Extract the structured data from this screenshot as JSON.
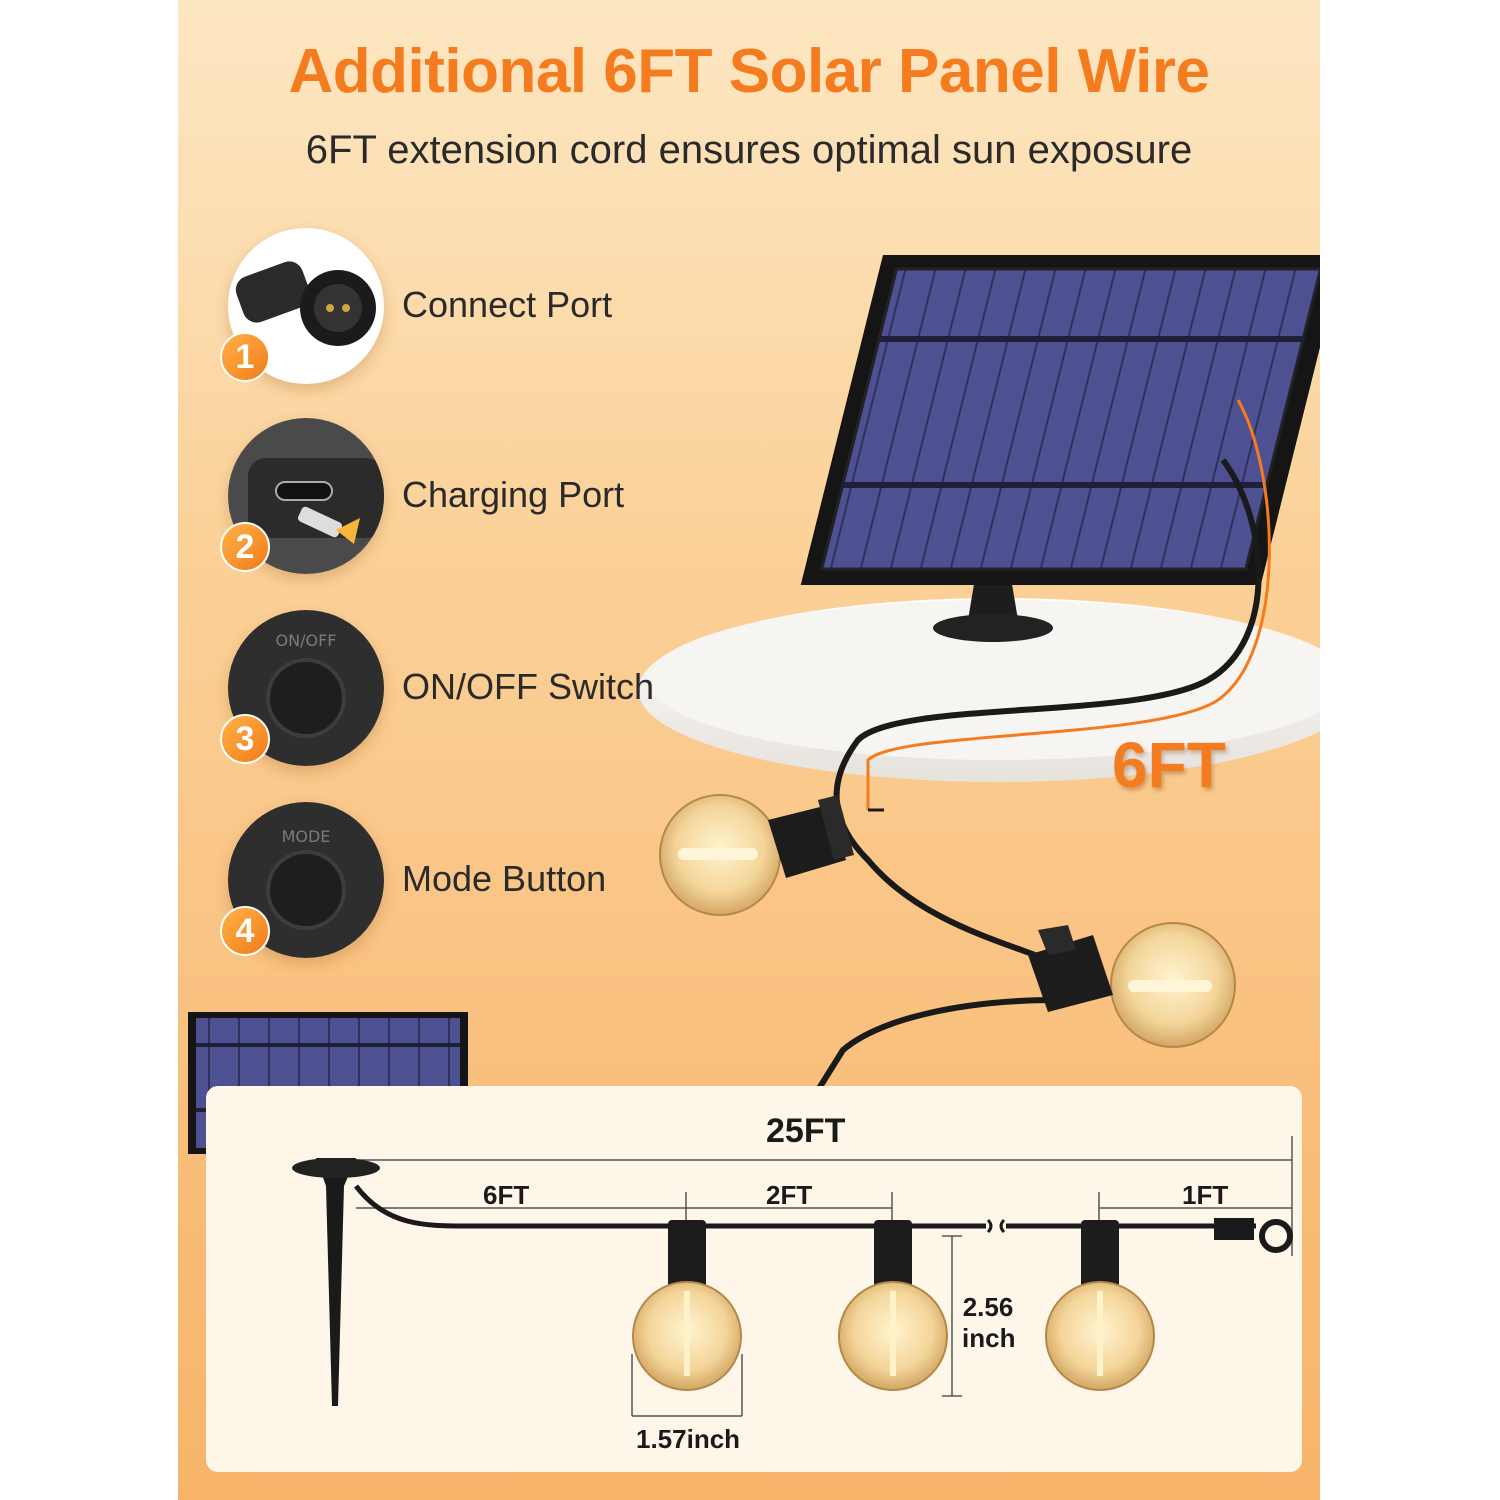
{
  "header": {
    "title": "Additional 6FT Solar Panel Wire",
    "subtitle": "6FT extension cord ensures optimal sun exposure"
  },
  "features": [
    {
      "number": "1",
      "label": "Connect Port",
      "icon": "connector-plug-icon"
    },
    {
      "number": "2",
      "label": "Charging Port",
      "icon": "usb-c-port-icon"
    },
    {
      "number": "3",
      "label": "ON/OFF Switch",
      "icon": "power-switch-icon",
      "engraving": "ON/OFF"
    },
    {
      "number": "4",
      "label": "Mode Button",
      "icon": "mode-button-icon",
      "engraving": "MODE"
    }
  ],
  "wire_callout": "6FT",
  "dimensions": {
    "total_length": "25FT",
    "first_bulb": "6FT",
    "bulb_spacing": "2FT",
    "end_length": "1FT",
    "bulb_height": "2.56",
    "bulb_height_unit": "inch",
    "bulb_width": "1.57inch"
  },
  "colors": {
    "accent": "#f47b1e",
    "background_top": "#fde7c3",
    "background_bottom": "#f7b469",
    "solar_cell": "#4a4f8c"
  }
}
